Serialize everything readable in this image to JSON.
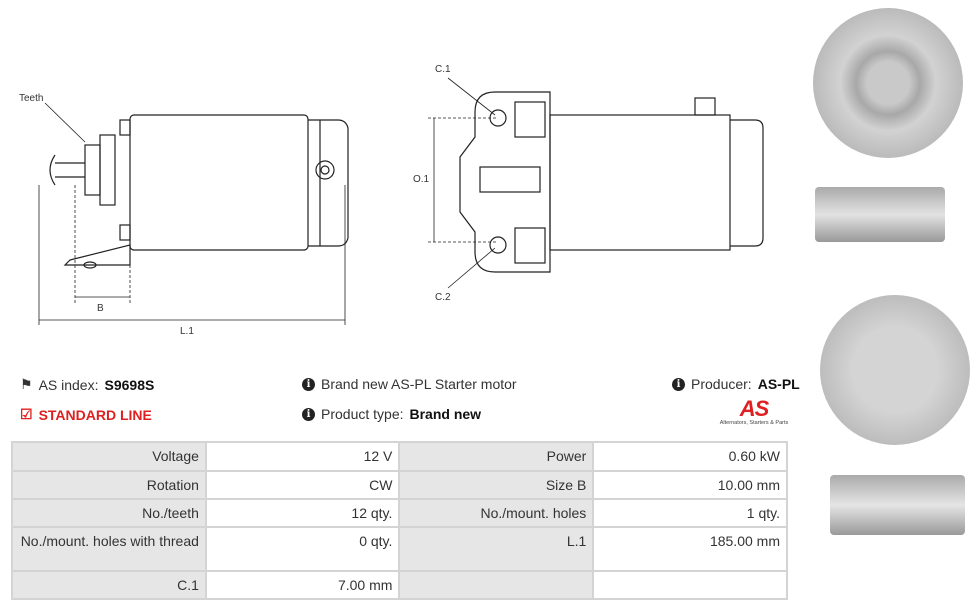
{
  "drawing_left": {
    "teeth": "Teeth",
    "b": "B",
    "l1": "L.1"
  },
  "drawing_mid": {
    "c1": "C.1",
    "o1": "O.1",
    "c2": "C.2"
  },
  "info": {
    "index_label": "AS index:",
    "index_value": "S9698S",
    "line": "STANDARD LINE",
    "description": "Brand new AS-PL Starter motor",
    "type_label": "Product type:",
    "type_value": "Brand new",
    "producer_label": "Producer:",
    "producer_value": "AS-PL",
    "logo_text": "AS",
    "logo_tagline": "Alternators, Starters & Parts"
  },
  "specs": [
    [
      "Voltage",
      "12 V",
      "Power",
      "0.60 kW"
    ],
    [
      "Rotation",
      "CW",
      "Size B",
      "10.00 mm"
    ],
    [
      "No./teeth",
      "12 qty.",
      "No./mount. holes",
      "1 qty."
    ],
    [
      "No./mount. holes with thread",
      "0 qty.",
      "L.1",
      "185.00 mm"
    ],
    [
      "C.1",
      "7.00 mm",
      "",
      ""
    ]
  ],
  "colors": {
    "accent": "#e02020"
  }
}
